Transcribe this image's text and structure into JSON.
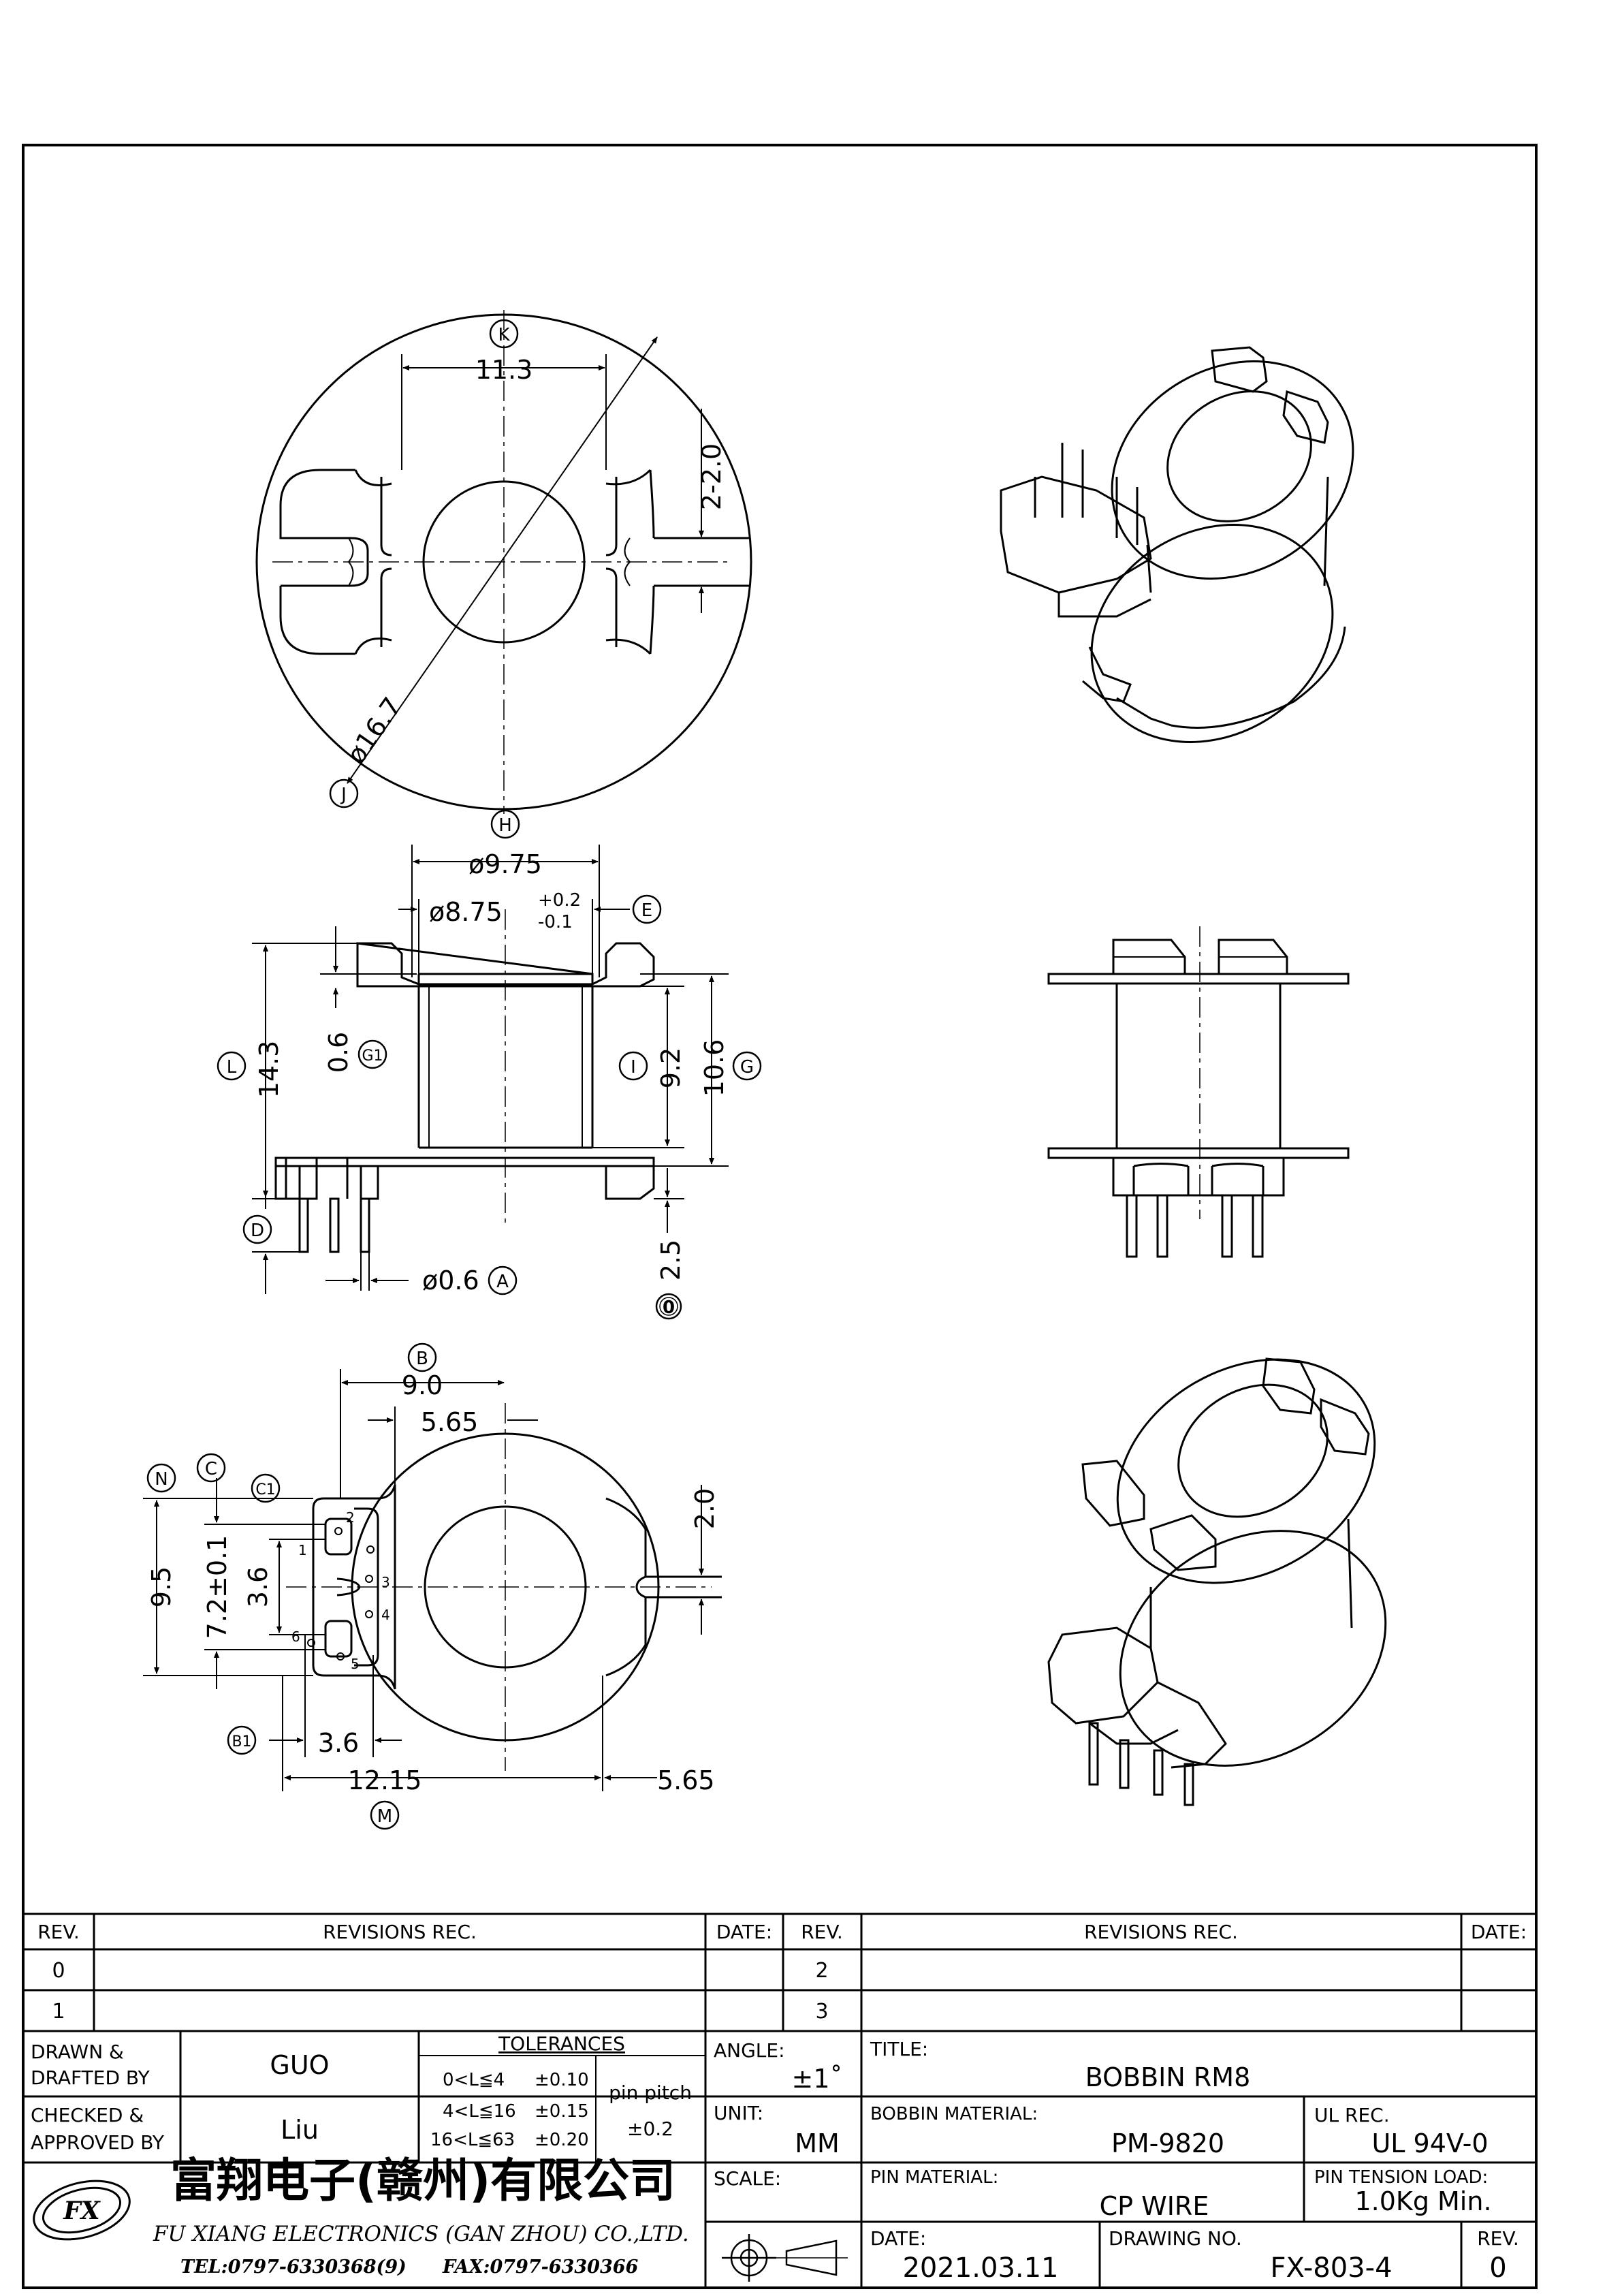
{
  "views": {
    "top": {
      "dims": {
        "k": "11.3",
        "slot": "2-2.0",
        "j": "ø16.7"
      },
      "balloons": {
        "k": "K",
        "j": "J"
      }
    },
    "side": {
      "dims": {
        "h": "ø9.75",
        "e_base": "ø8.75",
        "e_tol_up": "+0.2",
        "e_tol_dn": "-0.1",
        "l": "14.3",
        "g1": "0.6",
        "i": "9.2",
        "g": "10.6",
        "a": "ø0.6",
        "d": "2.5"
      },
      "balloons": {
        "h": "H",
        "e": "E",
        "l": "L",
        "g1": "G1",
        "i": "I",
        "g": "G",
        "d": "D",
        "a": "A",
        "zero": "0"
      }
    },
    "bottom": {
      "dims": {
        "b": "9.0",
        "b2": "5.65",
        "slot": "2.0",
        "n": "9.5",
        "c": "7.2±0.1",
        "c1": "3.6",
        "b1": "3.6",
        "m": "12.15",
        "m2": "5.65"
      },
      "balloons": {
        "b": "B",
        "n": "N",
        "c": "C",
        "c1": "C1",
        "b1": "B1",
        "m": "M"
      },
      "pins": [
        "1",
        "2",
        "3",
        "4",
        "5",
        "6"
      ]
    }
  },
  "revision_table": {
    "headers": {
      "rev": "REV.",
      "revisions": "REVISIONS  REC.",
      "date": "DATE:"
    },
    "left_revs": [
      "0",
      "1"
    ],
    "right_revs": [
      "2",
      "3"
    ]
  },
  "title_block": {
    "drawn_label_1": "DRAWN &",
    "drawn_label_2": "DRAFTED BY",
    "drawn_value": "GUO",
    "checked_label_1": "CHECKED &",
    "checked_label_2": "APPROVED BY",
    "checked_value": "Liu",
    "tolerances_title": "TOLERANCES",
    "tol_rows": [
      {
        "range": "0<L≦4",
        "value": "±0.10"
      },
      {
        "range": "4<L≦16",
        "value": "±0.15"
      },
      {
        "range": "16<L≦63",
        "value": "±0.20"
      }
    ],
    "pin_pitch_label": "pin pitch",
    "pin_pitch_value": "±0.2",
    "angle_label": "ANGLE:",
    "angle_value": "±1˚",
    "unit_label": "UNIT:",
    "unit_value": "MM",
    "scale_label": "SCALE:",
    "title_label": "TITLE:",
    "title_value": "BOBBIN  RM8",
    "bobbin_material_label": "BOBBIN  MATERIAL:",
    "bobbin_material_value": "PM-9820",
    "ul_label": "UL REC.",
    "ul_value": "UL  94V-0",
    "pin_material_label": "PIN  MATERIAL:",
    "pin_material_value": "CP  WIRE",
    "pin_tension_label": "PIN  TENSION  LOAD:",
    "pin_tension_value": "1.0Kg  Min.",
    "date_label": "DATE:",
    "date_value": "2021.03.11",
    "drawing_no_label": "DRAWING  NO.",
    "drawing_no_value": "FX-803-4",
    "rev_label": "REV.",
    "rev_value": "0",
    "company_cn": "富翔电子(赣州)有限公司",
    "company_en": "FU XIANG ELECTRONICS (GAN ZHOU) CO.,LTD.",
    "tel": "TEL:0797-6330368(9)",
    "fax": "FAX:0797-6330366",
    "logo_text": "FX"
  }
}
